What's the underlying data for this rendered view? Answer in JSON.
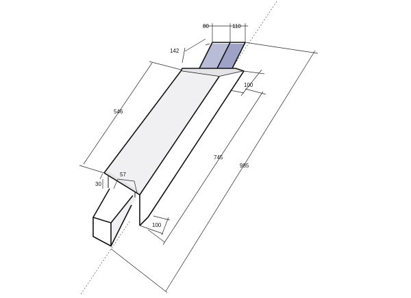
{
  "dimensions": [
    {
      "id": "width-80",
      "label": "80"
    },
    {
      "id": "width-110",
      "label": "110"
    },
    {
      "id": "flange-142",
      "label": "142"
    },
    {
      "id": "flange-100",
      "label": "100"
    },
    {
      "id": "length-546",
      "label": "546"
    },
    {
      "id": "length-745",
      "label": "745"
    },
    {
      "id": "length-985",
      "label": "985"
    },
    {
      "id": "offset-57",
      "label": "57"
    },
    {
      "id": "offset-30",
      "label": "30"
    },
    {
      "id": "bottom-100",
      "label": "100"
    }
  ]
}
